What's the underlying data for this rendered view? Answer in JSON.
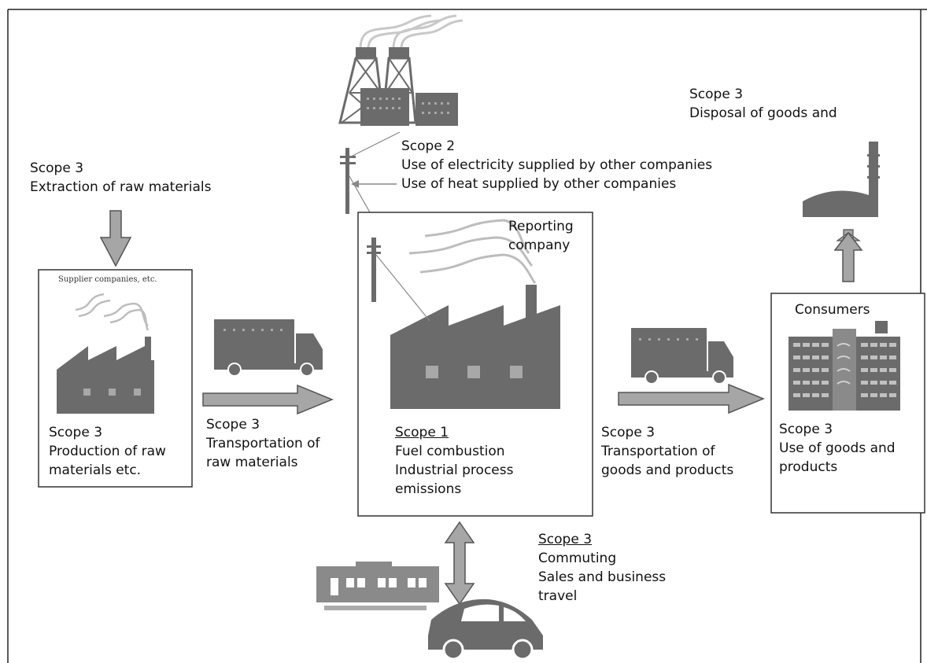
{
  "diagram": {
    "power_plant": {
      "heading": "Scope 2",
      "line1": "Use of electricity supplied by other  companies",
      "line2": "Use of heat supplied by other companies"
    },
    "raw_extraction": {
      "heading": "Scope 3",
      "line1": "Extraction of raw materials"
    },
    "disposal": {
      "heading": "Scope 3",
      "line1": "Disposal of goods and"
    },
    "supplier": {
      "caption": "Supplier companies, etc.",
      "heading": "Scope 3",
      "line1": "Production of raw",
      "line2": "materials etc."
    },
    "transport_raw": {
      "heading": "Scope 3",
      "line1": "Transportation of",
      "line2": "raw materials"
    },
    "reporting": {
      "title_line1": "Reporting",
      "title_line2": "company",
      "heading": "Scope 1",
      "line1": "Fuel combustion",
      "line2": "Industrial process",
      "line3": "emissions"
    },
    "transport_goods": {
      "heading": "Scope 3",
      "line1": "Transportation of",
      "line2": "goods and products"
    },
    "consumers": {
      "title": "Consumers",
      "heading": "Scope 3",
      "line1": "Use of goods and",
      "line2": "products"
    },
    "commuting": {
      "heading": "Scope 3",
      "line1": "Commuting",
      "line2": "Sales and business",
      "line3": "travel"
    }
  },
  "colors": {
    "icon_fill": "#6b6b6b",
    "arrow_fill": "#a6a6a6",
    "arrow_stroke": "#555555",
    "smoke": "#bdbdbd",
    "box_stroke": "#333333"
  }
}
